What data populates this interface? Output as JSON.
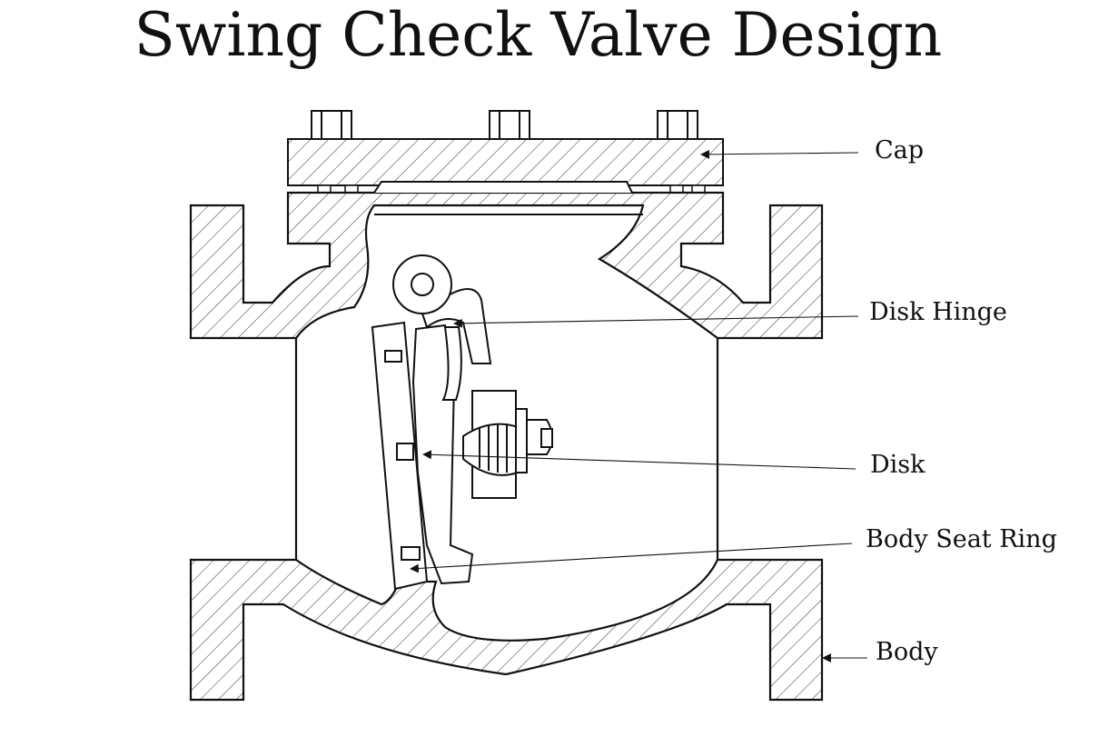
{
  "title": "Swing Check Valve Design",
  "labels": {
    "cap": "Cap",
    "disk_hinge": "Disk Hinge",
    "disk": "Disk",
    "body_seat_ring": "Body Seat Ring",
    "body": "Body"
  },
  "colors": {
    "line": "#111111",
    "background": "#ffffff"
  }
}
